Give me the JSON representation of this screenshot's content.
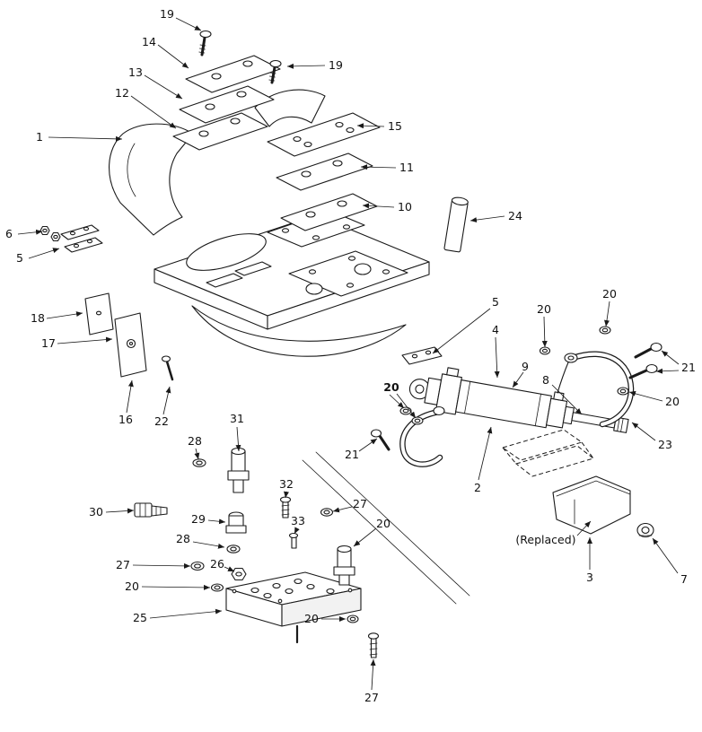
{
  "colors": {
    "background": "#ffffff",
    "line": "#1a1a1a"
  },
  "labels": [
    {
      "text": "19"
    },
    {
      "text": "14"
    },
    {
      "text": "19"
    },
    {
      "text": "13"
    },
    {
      "text": "12"
    },
    {
      "text": "15"
    },
    {
      "text": "1"
    },
    {
      "text": "11"
    },
    {
      "text": "10"
    },
    {
      "text": "24"
    },
    {
      "text": "6"
    },
    {
      "text": "5"
    },
    {
      "text": "18"
    },
    {
      "text": "20"
    },
    {
      "text": "5"
    },
    {
      "text": "17"
    },
    {
      "text": "20"
    },
    {
      "text": "4"
    },
    {
      "text": "9"
    },
    {
      "text": "21"
    },
    {
      "text": "8"
    },
    {
      "text": "20"
    },
    {
      "text": "20"
    },
    {
      "text": "16"
    },
    {
      "text": "22"
    },
    {
      "text": "31"
    },
    {
      "text": "23"
    },
    {
      "text": "28"
    },
    {
      "text": "21"
    },
    {
      "text": "2"
    },
    {
      "text": "32"
    },
    {
      "text": "30"
    },
    {
      "text": "29"
    },
    {
      "text": "27"
    },
    {
      "text": "33"
    },
    {
      "text": "20"
    },
    {
      "text": "28"
    },
    {
      "text": "(Replaced)"
    },
    {
      "text": "27"
    },
    {
      "text": "26"
    },
    {
      "text": "20"
    },
    {
      "text": "3"
    },
    {
      "text": "7"
    },
    {
      "text": "25"
    },
    {
      "text": "20"
    },
    {
      "text": "27"
    }
  ]
}
